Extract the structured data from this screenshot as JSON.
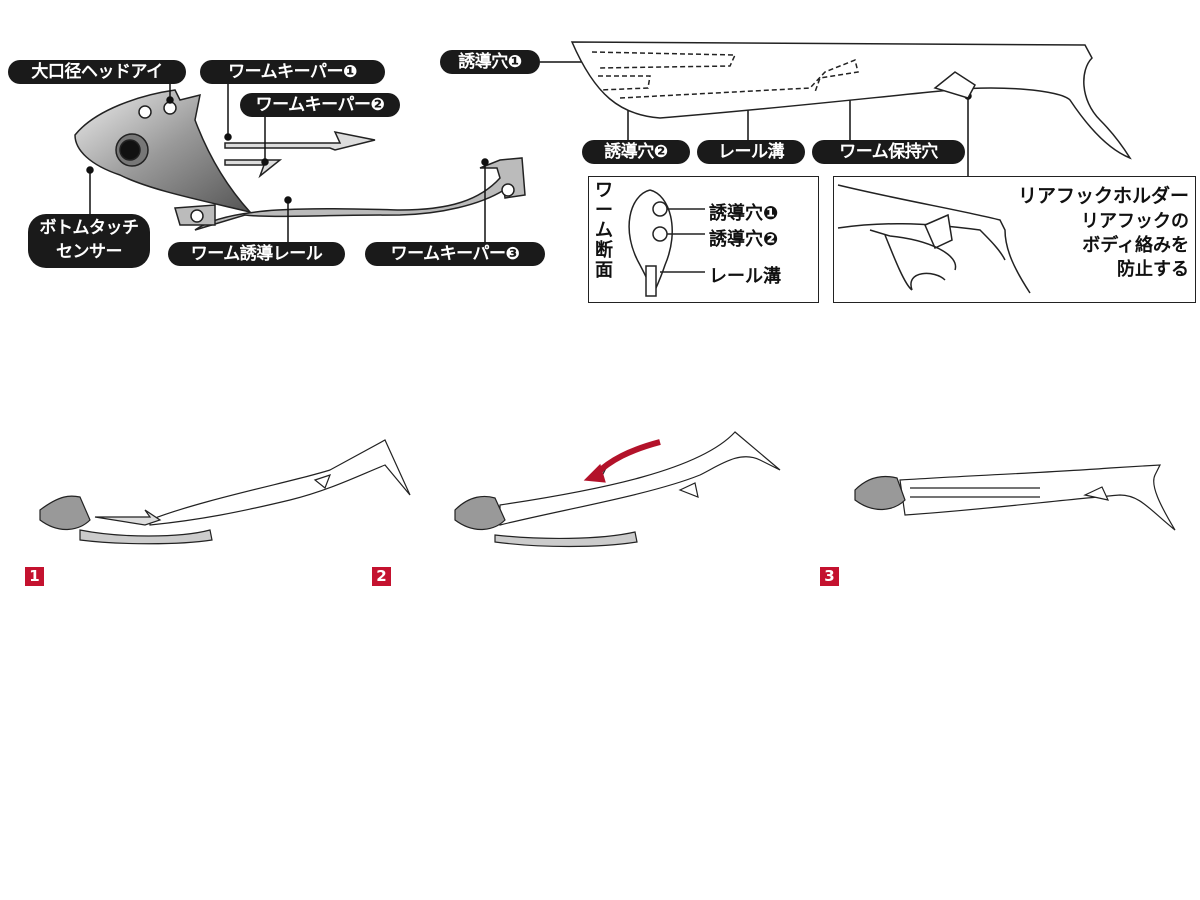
{
  "jighead_labels": {
    "head_eye": "大口径ヘッドアイ",
    "keeper1": "ワームキーパー❶",
    "keeper2": "ワームキーパー❷",
    "bottom_touch_line1": "ボトムタッチ",
    "bottom_touch_line2": "センサー",
    "guide_rail": "ワーム誘導レール",
    "keeper3": "ワームキーパー❸"
  },
  "worm_labels": {
    "guide_hole1": "誘導穴❶",
    "guide_hole2": "誘導穴❷",
    "rail_groove": "レール溝",
    "holding_hole": "ワーム保持穴"
  },
  "cross_section": {
    "title": "ワーム断面",
    "hole1": "誘導穴❶",
    "hole2": "誘導穴❷",
    "groove": "レール溝"
  },
  "rear_hook": {
    "title": "リアフックホルダー",
    "desc_line1": "リアフックの",
    "desc_line2": "ボディ絡みを",
    "desc_line3": "防止する"
  },
  "steps": [
    "1",
    "2",
    "3"
  ],
  "colors": {
    "accent": "#c4122f",
    "pill": "#1a1a1a",
    "arrow": "#b3122a"
  }
}
